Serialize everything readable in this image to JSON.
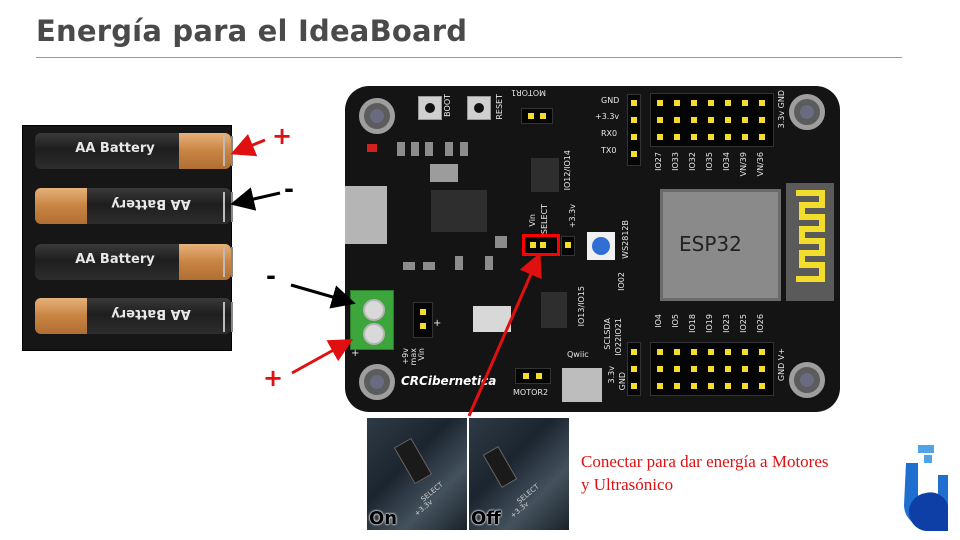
{
  "slide": {
    "title": "Energía para el IdeaBoard"
  },
  "battery_pack": {
    "cells": [
      "AA Battery",
      "AA Battery",
      "AA Battery",
      "AA Battery"
    ]
  },
  "markers": {
    "plus": "+",
    "minus": "-"
  },
  "board": {
    "buttons": [
      "BOOT",
      "RESET"
    ],
    "motor1": "MOTOR1",
    "motor2": "MOTOR2",
    "left_header": [
      "GND",
      "+3.3v",
      "RX0",
      "TX0"
    ],
    "top_header_labels": [
      "IO27",
      "IO33",
      "IO32",
      "IO35",
      "IO34",
      "VN/39",
      "VN/36"
    ],
    "top_right_label": "3.3v GND",
    "bottom_header_labels": [
      "IO4",
      "IO5",
      "IO18",
      "IO19",
      "IO23",
      "IO25",
      "IO26"
    ],
    "bottom_right_label": "GND V+",
    "module": "ESP32",
    "led": "WS2812B",
    "io02": "IO02",
    "io12": "IO12/IO14",
    "io13": "IO13/IO15",
    "select_labels": [
      "Vin",
      "SELECT",
      "+3.3v"
    ],
    "i2c_labels": [
      "SCLSDA",
      "IO22IO21"
    ],
    "side_labels": [
      "3.3v",
      "GND"
    ],
    "vin_label": [
      "+9v",
      "max",
      "Vin"
    ],
    "qwiic": "Qwiic",
    "brand": "CRCibernetica",
    "terminal_plus": "+"
  },
  "photos": {
    "on_label": "On",
    "off_label": "Off",
    "silk_select": "SELECT",
    "silk_33": "+3.3v"
  },
  "note": "Conectar para dar energía a Motores y Ultrasónico",
  "colors": {
    "accent_red": "#e01010",
    "arrow_black": "#000000",
    "pin_yellow": "#f2dc2c",
    "board": "#141414",
    "brand_blue": "#1f6fd1"
  }
}
